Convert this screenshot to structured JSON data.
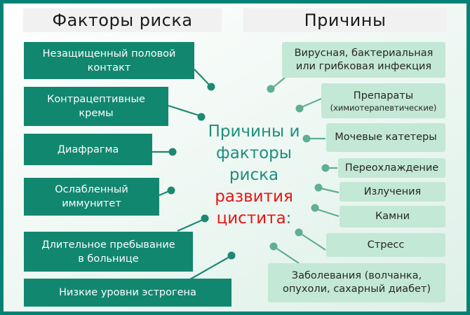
{
  "headers": {
    "factors": "Факторы риска",
    "causes": "Причины"
  },
  "center": {
    "line1": "Причины и",
    "line2": "факторы",
    "line3": "риска",
    "line4": "развития",
    "line5": "цистита",
    "colon": ":"
  },
  "factors": {
    "items": [
      {
        "label": "Незащищенный половой\nконтакт"
      },
      {
        "label": "Контрацептивные\nкремы"
      },
      {
        "label": "Диафрагма"
      },
      {
        "label": "Ослабленный\nиммунитет"
      },
      {
        "label": "Длительное пребывание\nв больнице"
      },
      {
        "label": "Низкие уровни эстрогена"
      }
    ]
  },
  "causes": {
    "items": [
      {
        "label": "Вирусная, бактериальная\nили грибковая инфекция"
      },
      {
        "label": "Препараты",
        "sublabel": "(химиотерапевтические)"
      },
      {
        "label": "Мочевые катетеры"
      },
      {
        "label": "Переохлаждение"
      },
      {
        "label": "Излучения"
      },
      {
        "label": "Камни"
      },
      {
        "label": "Стресс"
      },
      {
        "label": "Заболевания (волчанка,\nопухоли, сахарный диабет)"
      }
    ]
  },
  "colors": {
    "frame_border": "#058276",
    "dark_box": "#12876F",
    "light_box": "#C3E8D5",
    "header_bg": "#F1F1F1",
    "title_teal": "#1F8E7C",
    "title_red": "#E91515",
    "connector_left": "#1D8973",
    "connector_right": "#5FAE95"
  }
}
